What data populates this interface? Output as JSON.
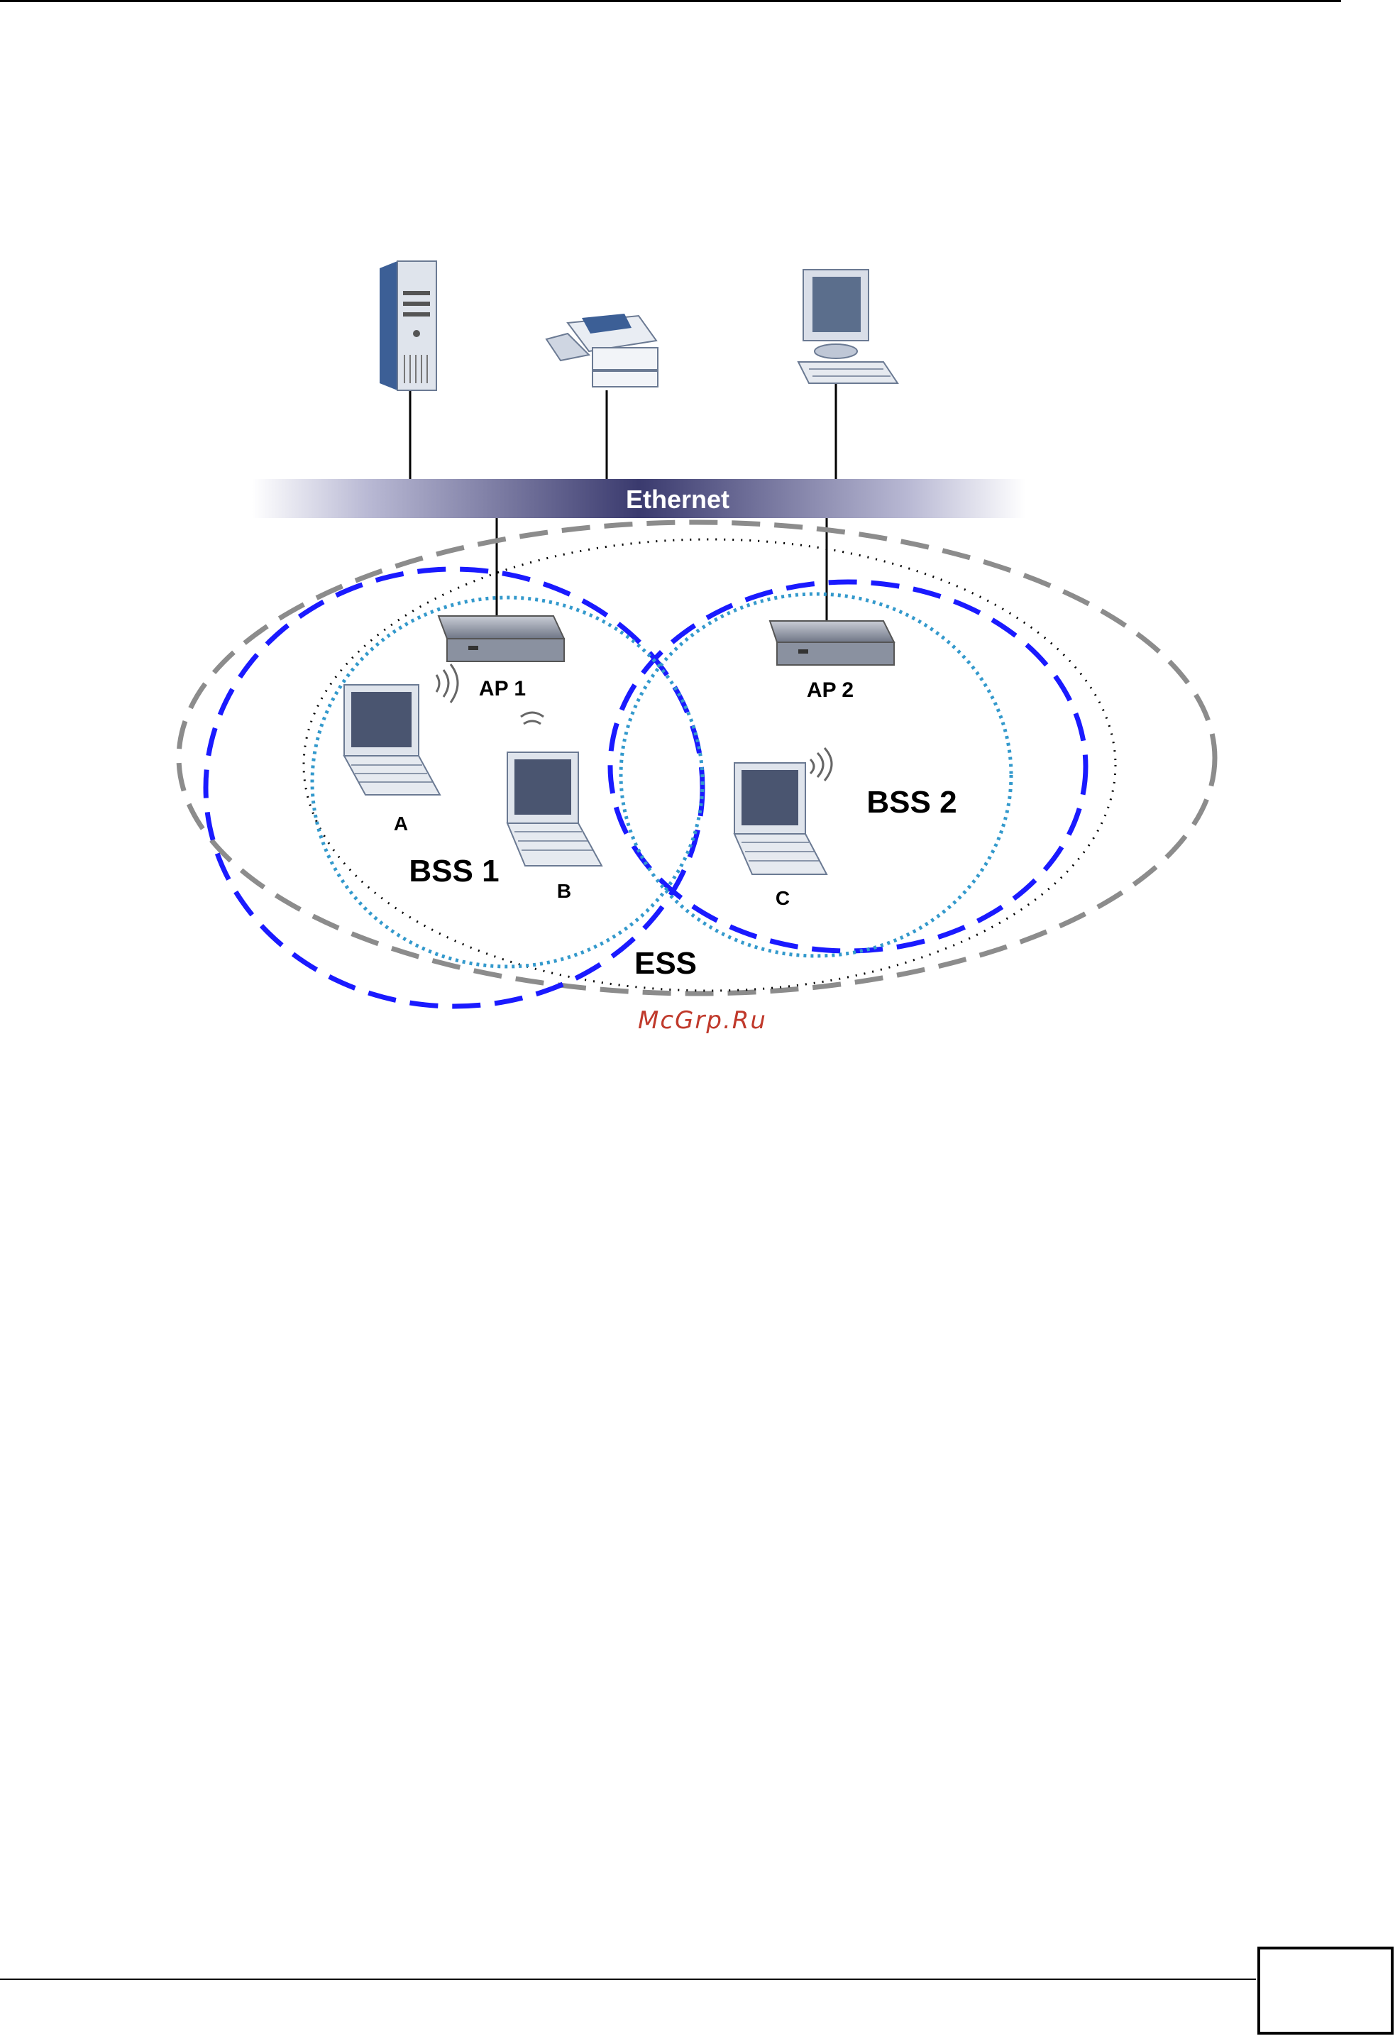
{
  "diagram": {
    "bus_label": "Ethernet",
    "access_points": [
      {
        "label": "AP 1"
      },
      {
        "label": "AP 2"
      }
    ],
    "stations": [
      {
        "label": "A"
      },
      {
        "label": "B"
      },
      {
        "label": "C"
      }
    ],
    "sets": {
      "bss1": "BSS 1",
      "bss2": "BSS 2",
      "ess": "ESS"
    }
  },
  "watermark": "McGrp.Ru",
  "colors": {
    "ess_boundary": "#8c8c8c",
    "bss_boundary": "#1a1aff",
    "bss_dotted": "#3399cc",
    "device_blue": "#4a6fa5",
    "watermark": "#c0392b"
  }
}
